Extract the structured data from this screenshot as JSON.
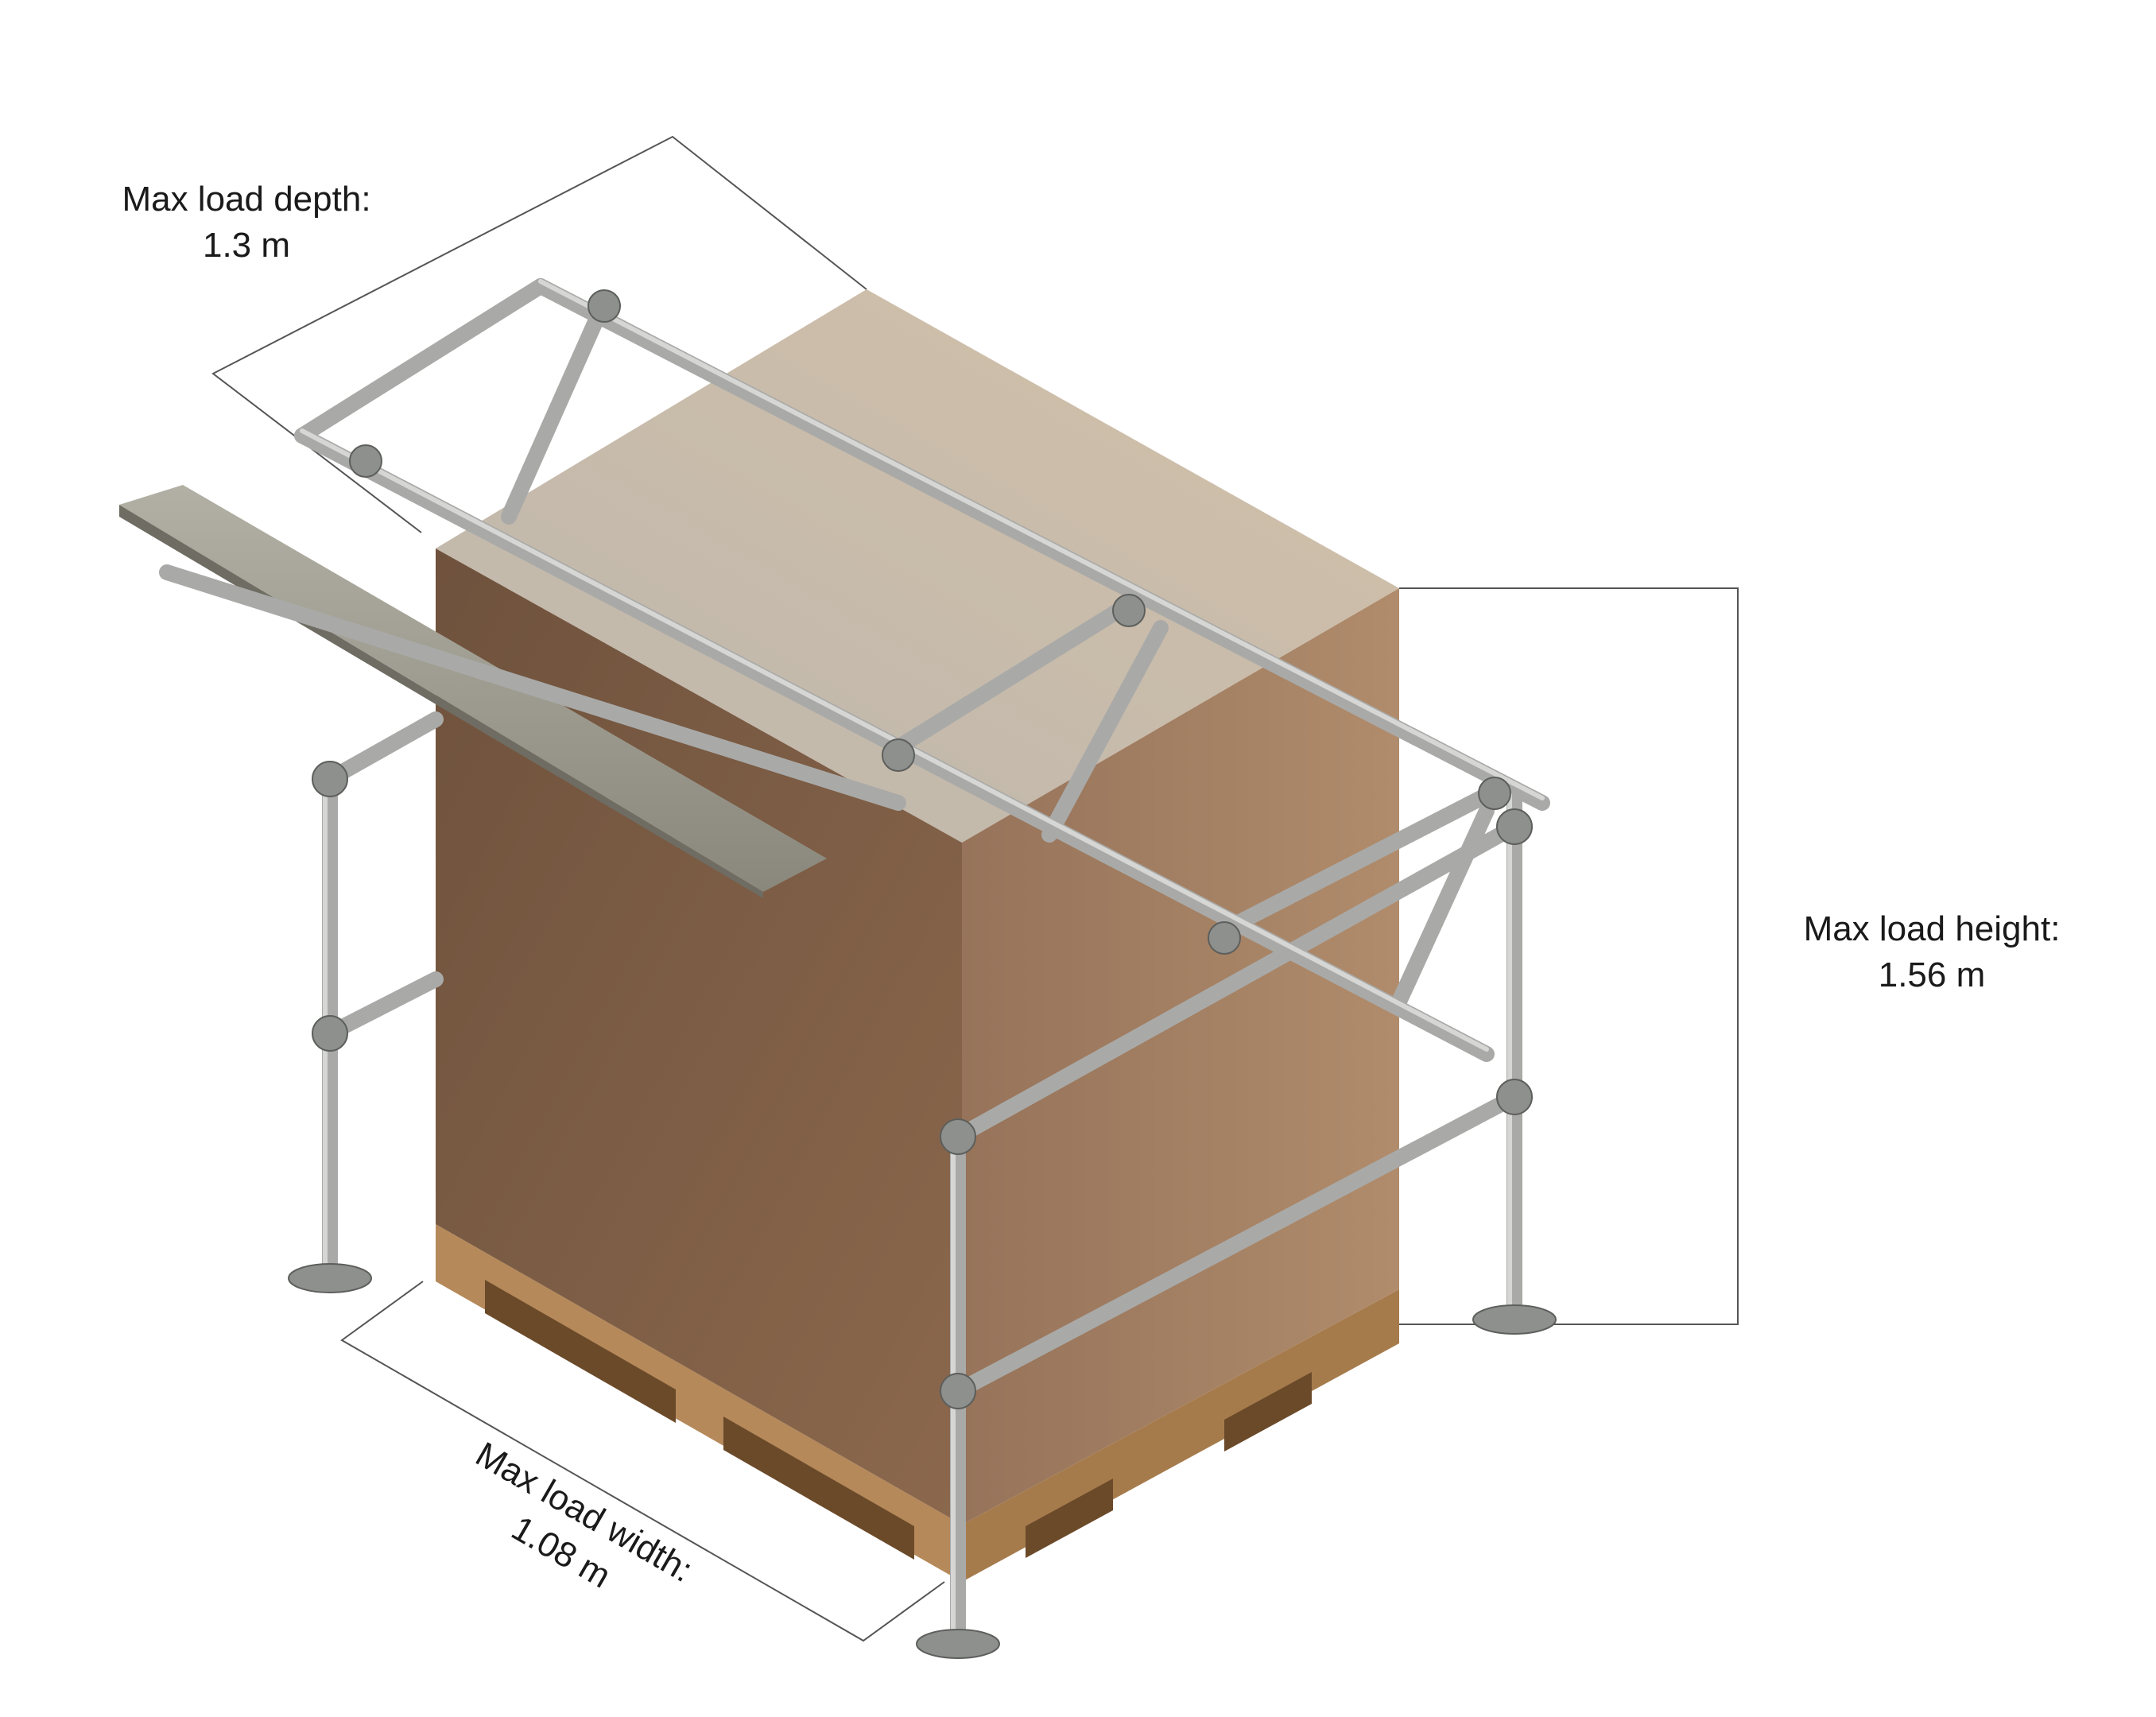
{
  "dimensions": {
    "depth": {
      "label": "Max load depth:",
      "value": "1.3 m"
    },
    "height": {
      "label": "Max load height:",
      "value": "1.56 m"
    },
    "width": {
      "label": "Max load width:",
      "value": "1.08 m"
    }
  },
  "colors": {
    "box_front": "#7d5c45",
    "box_side": "#a27d60",
    "box_top": "#c9bca9",
    "pallet": "#b5895a",
    "tube": "#a9aaa8",
    "tube_dark": "#6f716f",
    "board": "#9c9a8e",
    "dimension_line": "#555555"
  }
}
